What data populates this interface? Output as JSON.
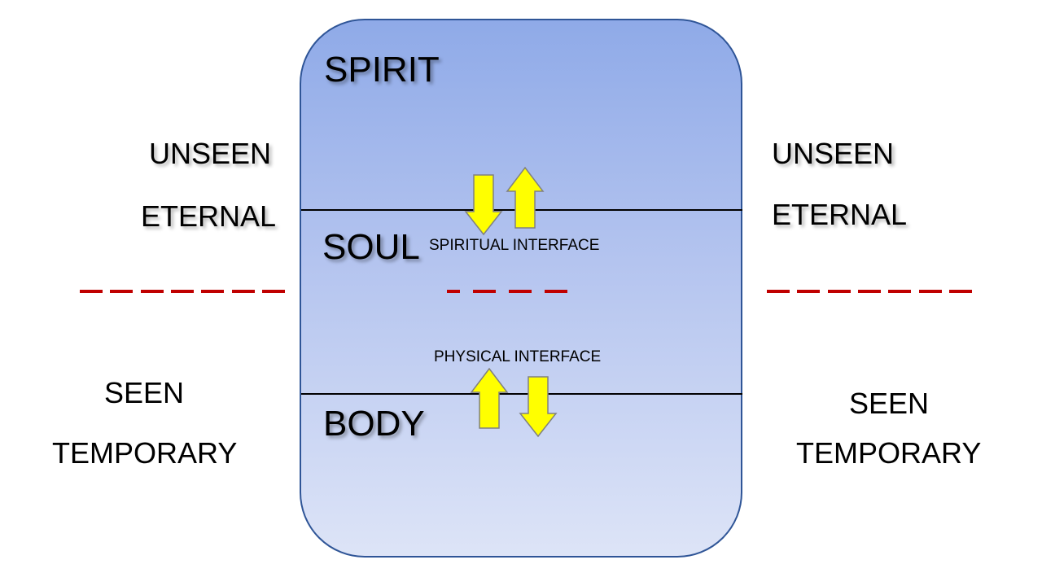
{
  "box": {
    "fill_top": "#8faae8",
    "fill_bottom": "#dde4f7",
    "border_color": "#2f5597"
  },
  "layers": {
    "spirit": "SPIRIT",
    "soul": "SOUL",
    "body": "BODY"
  },
  "interfaces": {
    "spiritual": "SPIRITUAL INTERFACE",
    "physical": "PHYSICAL INTERFACE"
  },
  "left": {
    "unseen": "UNSEEN",
    "eternal": "ETERNAL",
    "seen": "SEEN",
    "temporary": "TEMPORARY"
  },
  "right": {
    "unseen": "UNSEEN",
    "eternal": "ETERNAL",
    "seen": "SEEN",
    "temporary": "TEMPORARY"
  },
  "colors": {
    "arrow_fill": "#ffff00",
    "arrow_stroke": "#808080",
    "divider_dash": "#c00000",
    "interface_line": "#000000"
  },
  "icons": {
    "down_arrow": "arrow-down-icon",
    "up_arrow": "arrow-up-icon"
  }
}
